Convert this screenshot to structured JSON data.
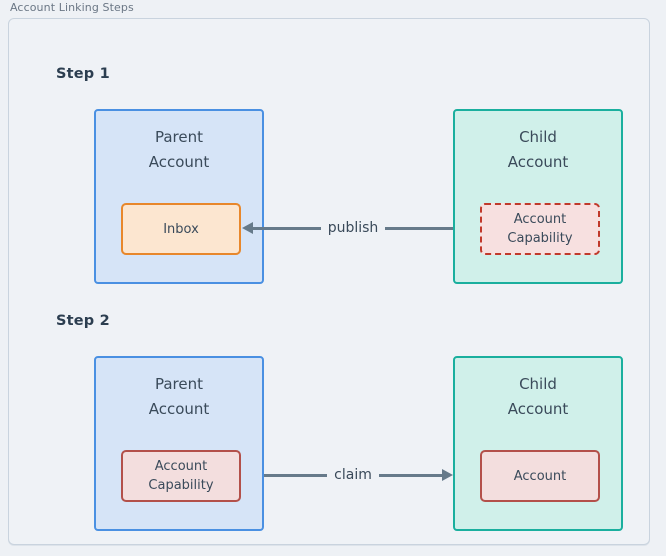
{
  "figure": {
    "title": "Account Linking Steps",
    "border_color": "#c9d3de",
    "background": "#eff2f6"
  },
  "palette": {
    "page_background": "#eef1f5",
    "parent_fill": "#d6e4f7",
    "parent_border": "#4a90e2",
    "child_fill": "#d0f0ea",
    "child_border": "#1aaf9e",
    "inbox_fill": "#fce6d0",
    "inbox_border": "#e8872b",
    "capability_fill": "#f7e0e0",
    "capability_border": "#c0392b",
    "arrow_color": "#667a8a",
    "text_color": "#3a4a5a",
    "heading_color": "#2c3e50"
  },
  "steps": [
    {
      "label": "Step 1",
      "left_box": {
        "title": "Parent\nAccount",
        "type": "parent",
        "inner": {
          "label": "Inbox",
          "style": "solid-orange"
        }
      },
      "right_box": {
        "title": "Child\nAccount",
        "type": "child",
        "inner": {
          "label": "Account\nCapability",
          "style": "dashed-crimson"
        }
      },
      "arrow": {
        "label": "publish",
        "direction": "left"
      }
    },
    {
      "label": "Step 2",
      "left_box": {
        "title": "Parent\nAccount",
        "type": "parent",
        "inner": {
          "label": "Account\nCapability",
          "style": "solid-crimson"
        }
      },
      "right_box": {
        "title": "Child\nAccount",
        "type": "child",
        "inner": {
          "label": "Account",
          "style": "solid-crimson"
        }
      },
      "arrow": {
        "label": "claim",
        "direction": "right"
      }
    }
  ]
}
